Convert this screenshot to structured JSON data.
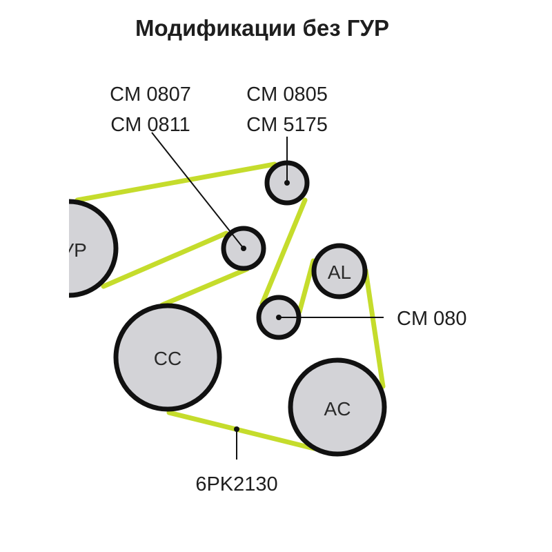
{
  "title": "Модификации без ГУР",
  "colors": {
    "belt": "#c5dc2c",
    "pulley_fill": "#d3d3d7",
    "outline": "#111111"
  },
  "labels": {
    "idler_left": [
      "CM 0807",
      "CM 0811"
    ],
    "idler_top": [
      "CM 0805",
      "CM 5175"
    ],
    "idler_lower": "CM 080",
    "belt": "6PK2130"
  },
  "pulleys": {
    "wp": "ГУР",
    "al": "AL",
    "cc": "CC",
    "ac": "AC"
  }
}
